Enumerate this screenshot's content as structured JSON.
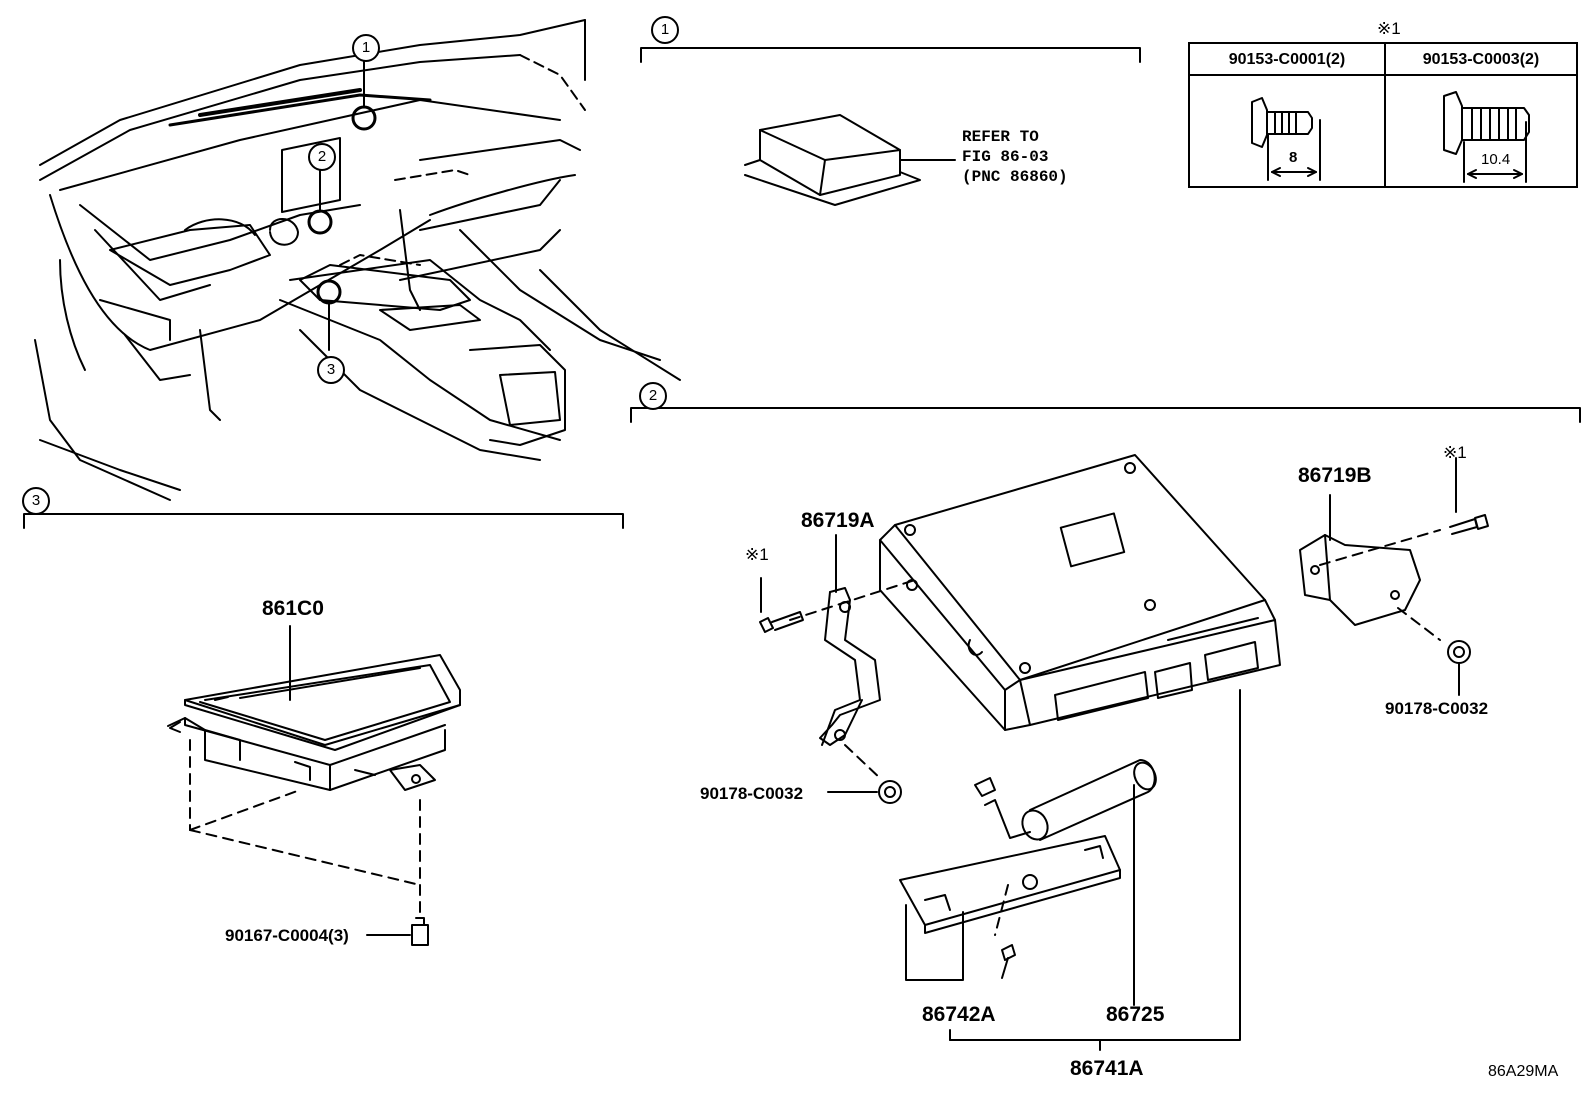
{
  "callouts": {
    "c1": "1",
    "c2": "2",
    "c3": "3"
  },
  "refer_note": {
    "line1": "REFER TO",
    "line2": "FIG 86-03",
    "line3": "(PNC 86860)"
  },
  "table": {
    "mark": "※1",
    "col1_part": "90153-C0001(2)",
    "col2_part": "90153-C0003(2)",
    "col1_dim": "8",
    "col2_dim": "10.4"
  },
  "parts": {
    "p861c0": "861C0",
    "p90167": "90167-C0004(3)",
    "p86719a": "86719A",
    "p86719b": "86719B",
    "p90178_left": "90178-C0032",
    "p90178_right": "90178-C0032",
    "p86742a": "86742A",
    "p86725": "86725",
    "p86741a": "86741A",
    "mark_left": "※1",
    "mark_right": "※1"
  },
  "figure_code": "86A29MA"
}
